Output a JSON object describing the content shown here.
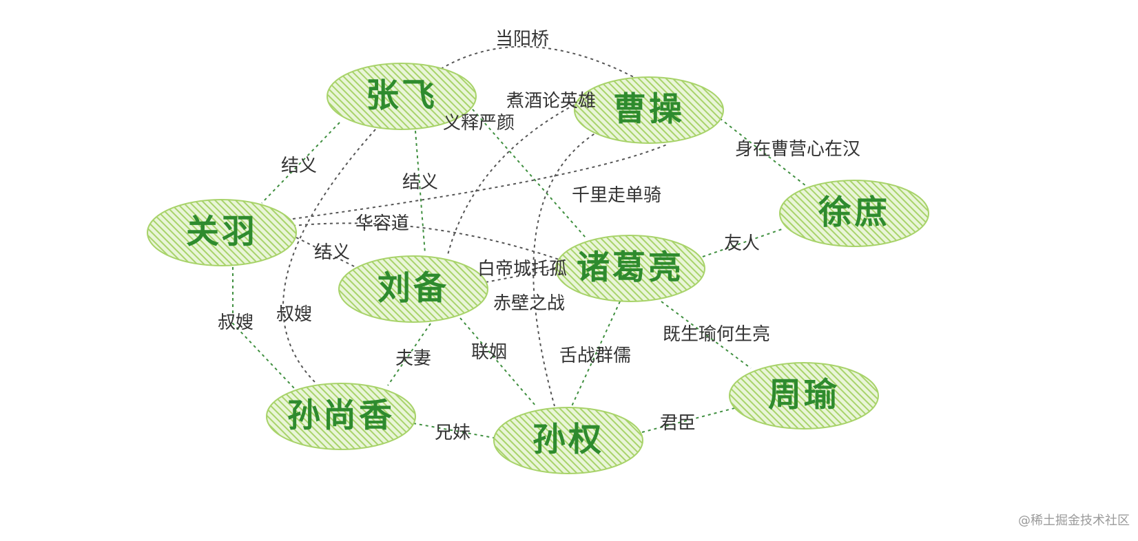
{
  "colors": {
    "node_fill": "#a8d36a",
    "node_text": "#2e8b2e",
    "edge_green": "#3f8f3f",
    "edge_gray": "#555555",
    "label_text": "#333333",
    "watermark": "#9a9a9a"
  },
  "nodes": [
    {
      "id": "zhangfei",
      "label": "张飞"
    },
    {
      "id": "caocao",
      "label": "曹操"
    },
    {
      "id": "guanyu",
      "label": "关羽"
    },
    {
      "id": "xushu",
      "label": "徐庶"
    },
    {
      "id": "liubei",
      "label": "刘备"
    },
    {
      "id": "zhugeliang",
      "label": "诸葛亮"
    },
    {
      "id": "sunshangxiang",
      "label": "孙尚香"
    },
    {
      "id": "sunquan",
      "label": "孙权"
    },
    {
      "id": "zhouyu",
      "label": "周瑜"
    }
  ],
  "edges": [
    {
      "id": "e-dangyang",
      "from": "zhangfei",
      "to": "caocao",
      "style": "gray",
      "label": "当阳桥"
    },
    {
      "id": "e-zhuojiu",
      "from": "caocao",
      "to": "liubei",
      "style": "gray",
      "label": "煮酒论英雄"
    },
    {
      "id": "e-yishi",
      "from": "zhangfei",
      "to": "zhugeliang",
      "style": "green",
      "label": "义释严颜"
    },
    {
      "id": "e-shenzai",
      "from": "caocao",
      "to": "xushu",
      "style": "green",
      "label": "身在曹营心在汉"
    },
    {
      "id": "e-qianli",
      "from": "guanyu",
      "to": "caocao",
      "style": "gray",
      "label": "千里走单骑"
    },
    {
      "id": "e-jieyi1",
      "from": "zhangfei",
      "to": "guanyu",
      "style": "green",
      "label": "结义"
    },
    {
      "id": "e-jieyi2",
      "from": "zhangfei",
      "to": "liubei",
      "style": "green",
      "label": "结义"
    },
    {
      "id": "e-jieyi3",
      "from": "guanyu",
      "to": "liubei",
      "style": "gray",
      "label": "结义"
    },
    {
      "id": "e-huarong",
      "from": "guanyu",
      "to": "zhugeliang",
      "style": "gray",
      "label": "华容道"
    },
    {
      "id": "e-youren",
      "from": "zhugeliang",
      "to": "xushu",
      "style": "green",
      "label": "友人"
    },
    {
      "id": "e-baidi",
      "from": "liubei",
      "to": "zhugeliang",
      "style": "gray",
      "label": "白帝城托孤"
    },
    {
      "id": "e-chibi",
      "from": "caocao",
      "to": "sunquan",
      "style": "gray",
      "label": "赤壁之战"
    },
    {
      "id": "e-shusao1",
      "from": "guanyu",
      "to": "sunshangxiang",
      "style": "green",
      "label": "叔嫂"
    },
    {
      "id": "e-shusao2",
      "from": "zhangfei",
      "to": "sunshangxiang",
      "style": "gray",
      "label": "叔嫂"
    },
    {
      "id": "e-fuqi",
      "from": "liubei",
      "to": "sunshangxiang",
      "style": "green",
      "label": "夫妻"
    },
    {
      "id": "e-lianyin",
      "from": "liubei",
      "to": "sunquan",
      "style": "green",
      "label": "联姻"
    },
    {
      "id": "e-shezhan",
      "from": "zhugeliang",
      "to": "sunquan",
      "style": "green",
      "label": "舌战群儒"
    },
    {
      "id": "e-jisheng",
      "from": "zhugeliang",
      "to": "zhouyu",
      "style": "green",
      "label": "既生瑜何生亮"
    },
    {
      "id": "e-xiongmei",
      "from": "sunshangxiang",
      "to": "sunquan",
      "style": "green",
      "label": "兄妹"
    },
    {
      "id": "e-junchen",
      "from": "sunquan",
      "to": "zhouyu",
      "style": "green",
      "label": "君臣"
    }
  ],
  "watermark": "@稀土掘金技术社区"
}
